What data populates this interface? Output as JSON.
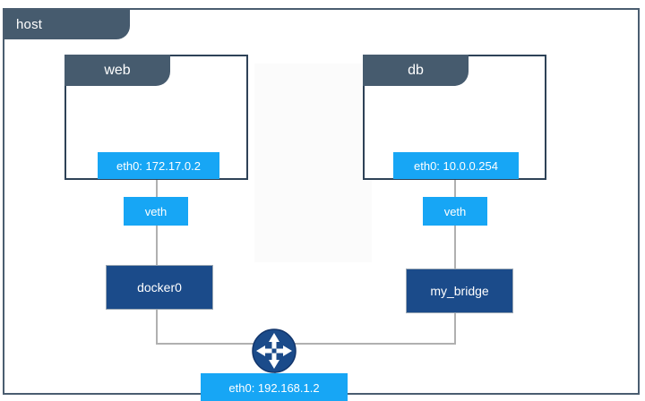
{
  "diagram": {
    "title": "host",
    "host_label": "host",
    "colors": {
      "frame_border": "#4a5d70",
      "tab_fill": "#465b6e",
      "container_border": "#2e4257",
      "chip_fill": "#17a6f5",
      "bridge_fill": "#1b4b8a",
      "connector": "#b0b0b0",
      "router_fill": "#1b4b8a",
      "text_light": "#ffffff"
    },
    "containers": [
      {
        "name": "web",
        "label": "web",
        "interface_label": "eth0: 172.17.0.2",
        "interface_name": "eth0",
        "ip": "172.17.0.2"
      },
      {
        "name": "db",
        "label": "db",
        "interface_label": "eth0: 10.0.0.254",
        "interface_name": "eth0",
        "ip": "10.0.0.254"
      }
    ],
    "veths": [
      {
        "label": "veth",
        "side": "left"
      },
      {
        "label": "veth",
        "side": "right"
      }
    ],
    "bridges": [
      {
        "label": "docker0",
        "name": "docker0"
      },
      {
        "label": "my_bridge",
        "name": "my_bridge"
      }
    ],
    "router": {
      "icon": "router-icon",
      "interface_label": "eth0: 192.168.1.2",
      "interface_name": "eth0",
      "ip": "192.168.1.2"
    }
  }
}
